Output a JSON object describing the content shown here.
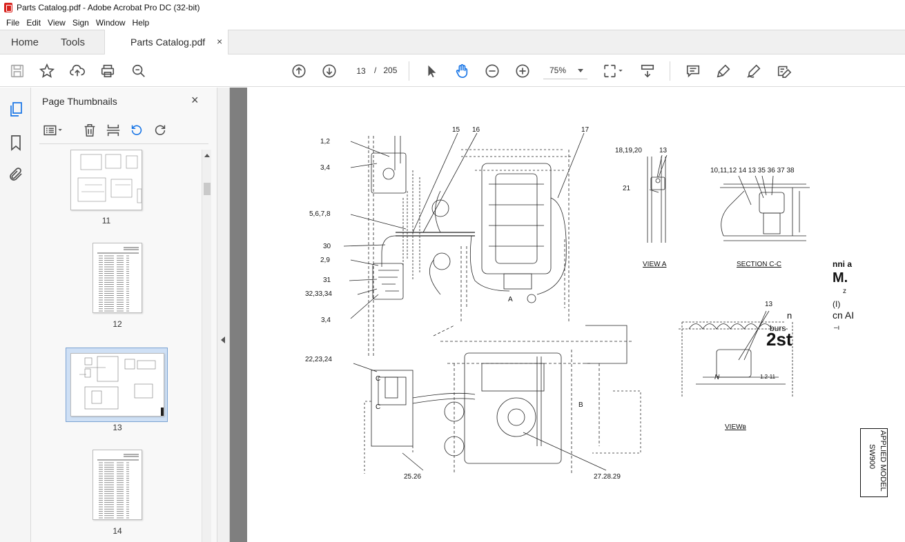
{
  "window": {
    "title": "Parts Catalog.pdf - Adobe Acrobat Pro DC (32-bit)"
  },
  "menu": [
    "File",
    "Edit",
    "View",
    "Sign",
    "Window",
    "Help"
  ],
  "tabs": {
    "home": "Home",
    "tools": "Tools",
    "document": "Parts Catalog.pdf",
    "close": "×"
  },
  "toolbar": {
    "icons": [
      "save-icon",
      "star-icon",
      "upload-icon",
      "print-icon",
      "zoom-search-icon",
      "page-up-icon",
      "page-down-icon",
      "select-arrow-icon",
      "hand-icon",
      "zoom-out-icon",
      "zoom-in-icon",
      "fit-page-icon",
      "scroll-mode-icon",
      "comment-icon",
      "highlight-icon",
      "sign-icon",
      "fill-edit-icon"
    ],
    "current_page": "13",
    "page_separator": "/",
    "total_pages": "205",
    "zoom": "75%"
  },
  "thumbnails_panel": {
    "title": "Page Thumbnails",
    "close": "×",
    "items": [
      {
        "label": "11",
        "selected": false
      },
      {
        "label": "12",
        "selected": false
      },
      {
        "label": "13",
        "selected": true
      },
      {
        "label": "14",
        "selected": false
      }
    ]
  },
  "drawing": {
    "callouts": {
      "c1_2": "1,2",
      "c3_4a": "3,4",
      "c5_8": "5,6,7,8",
      "c30": "30",
      "c2_9": "2,9",
      "c31": "31",
      "c32_34": "32,33,34",
      "c3_4b": "3,4",
      "c15": "15",
      "c16": "16",
      "c17": "17",
      "c18_20": "18,19,20",
      "c13a": "13",
      "c21": "21",
      "c10_38": "10,11,12 14 13 35 36 37 38",
      "c22_24": "22,23,24",
      "c25_26": "25.26",
      "c27_29": "27.28.29",
      "c13b": "13",
      "a_arrow": "A",
      "b_arrow": "B",
      "c_mark": "C",
      "c_mark2": "C",
      "n_mark": "N",
      "small_code": "1.2-11"
    },
    "view_a": "VIEW A",
    "section_cc": "SECTION C-C",
    "view_b": "VIEWв",
    "margin_text": {
      "t1": "nni a",
      "t2": "M.",
      "t3": "z",
      "t4": "(I)",
      "t5": "cn AI",
      "t6": "–ı",
      "t7": "n",
      "t8": "burs",
      "t9": "2st"
    },
    "applied_model_label": "APPLIED MODEL",
    "model": "SW900"
  }
}
